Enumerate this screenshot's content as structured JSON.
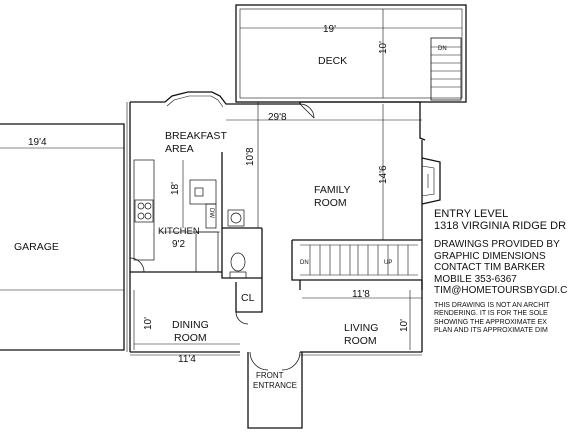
{
  "plan": {
    "rooms": {
      "deck": "DECK",
      "breakfast": "BREAKFAST",
      "breakfast_area": "AREA",
      "family": "FAMILY",
      "family_room": "ROOM",
      "garage": "GARAGE",
      "kitchen": "KITCHEN",
      "dining": "DINING",
      "dining_room": "ROOM",
      "living": "LIVING",
      "living_room": "ROOM",
      "closet": "CL",
      "front": "FRONT",
      "entrance": "ENTRANCE",
      "dishwasher": "DW"
    },
    "dimensions": {
      "deck_width": "19'",
      "deck_depth": "10'",
      "garage_width": "19'4",
      "breakfast_width": "29'8",
      "family_depth_a": "10'8",
      "family_depth_b": "14'6",
      "kitchen_depth": "18'",
      "kitchen_width": "9'2",
      "living_width": "11'8",
      "dining_depth": "10'",
      "living_depth": "10'",
      "dining_width": "11'4"
    },
    "stairs": {
      "down": "DN",
      "up": "UP",
      "deck_down": "DN"
    }
  },
  "info": {
    "title_line1": "ENTRY LEVEL",
    "title_line2": "1318 VIRGINIA RIDGE DR",
    "credit_line1": "DRAWINGS PROVIDED BY",
    "credit_line2": "GRAPHIC DIMENSIONS",
    "credit_line3": "CONTACT TIM BARKER",
    "credit_line4": "MOBILE 353-6367",
    "credit_line5": "TIM@HOMETOURSBYGDI.C",
    "disclaimer_line1": "THIS DRAWING IS NOT AN ARCHIT",
    "disclaimer_line2": "RENDERING. IT IS FOR THE SOLE",
    "disclaimer_line3": "SHOWING THE APPROXIMATE EX",
    "disclaimer_line4": "PLAN AND ITS APPROXIMATE DIM"
  }
}
